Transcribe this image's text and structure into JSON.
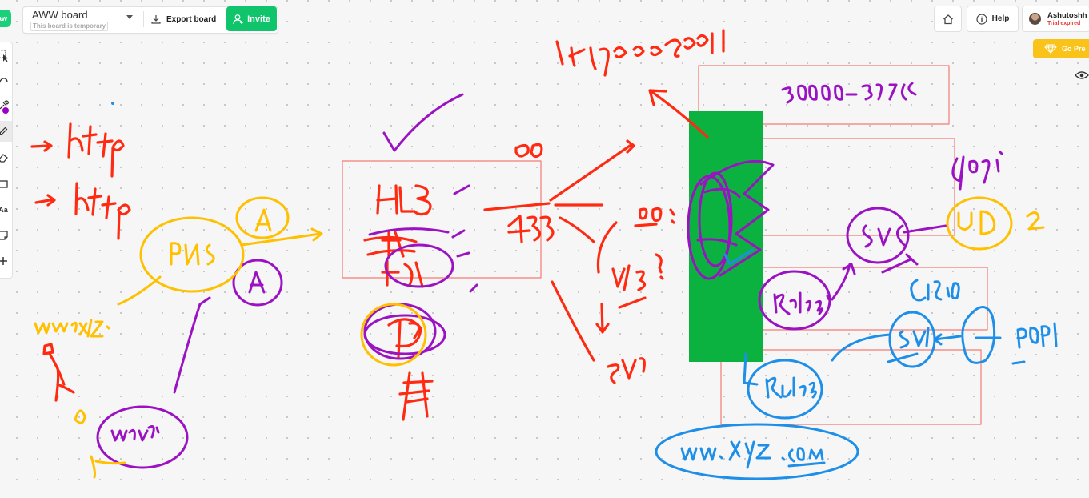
{
  "header": {
    "logo_text": "aw",
    "board_name": "AWW board",
    "board_sub": "This board is temporary",
    "export_label": "Export board",
    "invite_label": "Invite",
    "help_label": "Help",
    "user_name": "Ashutoshh S",
    "user_status": "Trial expired",
    "premium_label": "Go Pre"
  },
  "toolbar": {
    "tools": [
      "select-icon",
      "curve-icon",
      "color-picker-icon",
      "pen-icon",
      "eraser-icon",
      "rectangle-icon",
      "text-icon",
      "sticky-note-icon",
      "add-icon"
    ],
    "text_tool_label": "Aa",
    "active_tool": "pen-icon",
    "active_color": "#9b00c8"
  },
  "canvas": {
    "colors": {
      "red": "#ff2a12",
      "purple": "#9b12c2",
      "yellow": "#ffc000",
      "blue": "#1e8fe8",
      "green": "#0cb23f",
      "box": "#f27b74"
    },
    "handwriting": {
      "ingress": "IngressControll",
      "http1": "→ http",
      "http2": "→ http",
      "port_range": "30000-32767",
      "pns": "PNS",
      "a1": "A",
      "a2": "A",
      "www_xyz": "www.xyz.",
      "www_g": "www.g",
      "hlb": "HLB",
      "n80": "80",
      "n443": "443",
      "q80": "80?",
      "q443": "443?",
      "svc_red": "SVC",
      "gogi": "gogi",
      "svc_top": "SVC",
      "ud": "UD",
      "two": "2",
      "rules_purple": "Rules",
      "cluster": "Cluster",
      "svc_blue": "SVC",
      "pop1": "POP1",
      "rules_blue": "Rules",
      "www_xyz_com": "www.xyz.com"
    }
  }
}
